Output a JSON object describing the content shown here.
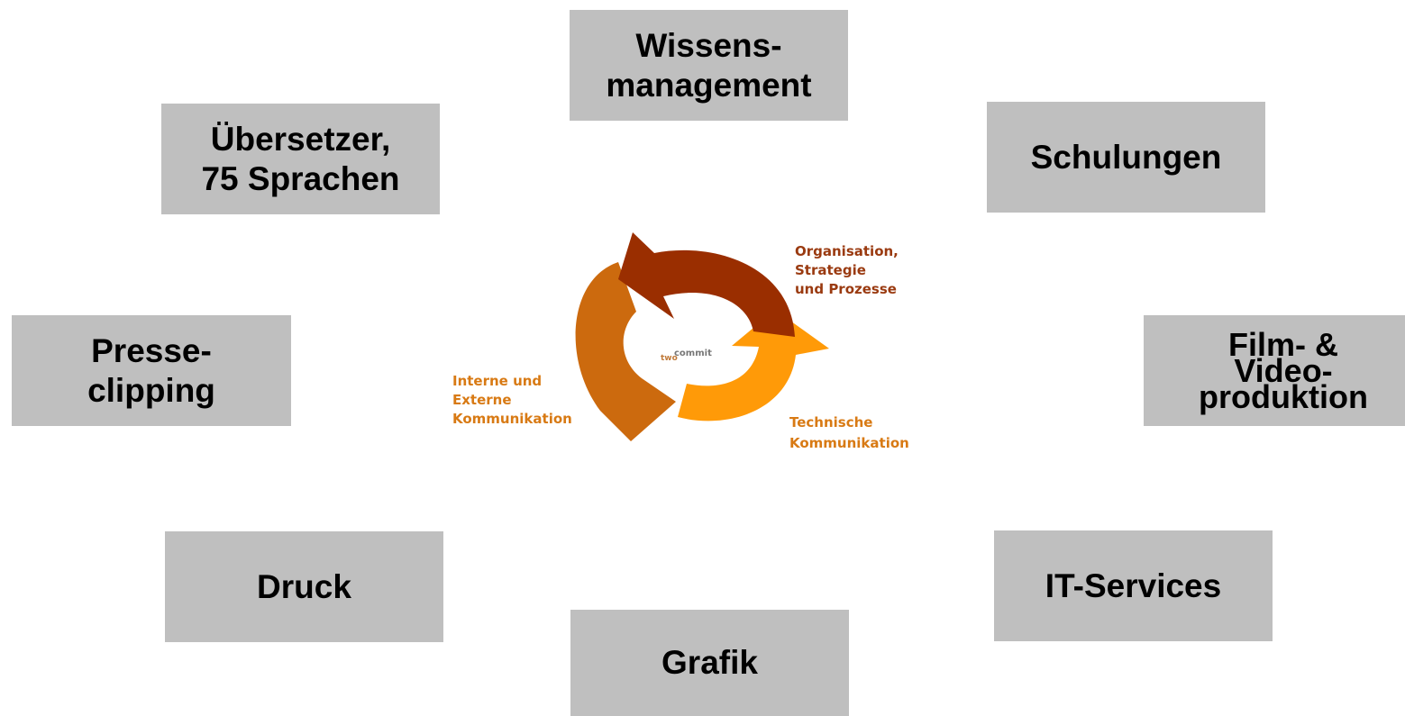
{
  "boxes": {
    "wissen": [
      "Wissens-",
      "management"
    ],
    "uebersetzer": [
      "Übersetzer,",
      "75 Sprachen"
    ],
    "schulungen": [
      "Schulungen"
    ],
    "presse": [
      "Presse-",
      "clipping"
    ],
    "film": [
      "Film- &",
      "Video-",
      "produktion"
    ],
    "druck": [
      "Druck"
    ],
    "it": [
      "IT-Services"
    ],
    "grafik": [
      "Grafik"
    ]
  },
  "cycle": {
    "org": [
      "Organisation,",
      "Strategie",
      "und Prozesse"
    ],
    "intern": [
      "Interne und",
      "Externe",
      "Kommunikation"
    ],
    "tech": [
      "Technische",
      "Kommunikation"
    ],
    "logo_prefix": "two",
    "logo_main": "commit"
  },
  "colors": {
    "box_fill": "#bfbfbf",
    "arrow_dark": "#9a2e00",
    "arrow_mid": "#cc6a0e",
    "arrow_light": "#ff9a08",
    "label_dark": "#9a3a10",
    "label_orange": "#d87a14"
  }
}
